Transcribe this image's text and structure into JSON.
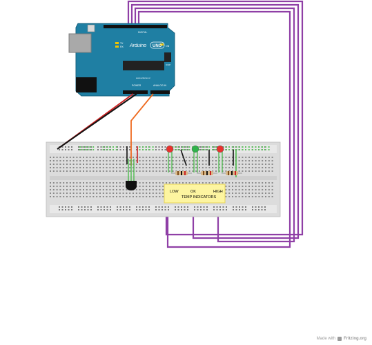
{
  "arduino": {
    "brand": "Arduino",
    "model": "UNO",
    "header_digital": "DIGITAL",
    "header_power": "POWER",
    "header_analog": "ANALOG IN",
    "icsp": "ICSP",
    "on_label": "ON",
    "tx_label": "TX",
    "rx_label": "RX",
    "url": "www.arduino.cc"
  },
  "indicator_panel": {
    "low": "LOW",
    "ok": "OK",
    "high": "HIGH",
    "caption": "TEMP INDICATORS"
  },
  "leds": [
    {
      "color": "#e8322e"
    },
    {
      "color": "#2fb34a"
    },
    {
      "color": "#e8322e"
    }
  ],
  "colors": {
    "board": "#1f7fa3",
    "wire_purple": "#8f3fa6",
    "wire_red": "#cc2222",
    "wire_black": "#111111",
    "wire_orange": "#ee6a1f",
    "wire_green": "#4cbb4c",
    "panel": "#fdf5a0"
  },
  "credit": {
    "made_with": "Made with",
    "brand": "Fritzing.org"
  }
}
